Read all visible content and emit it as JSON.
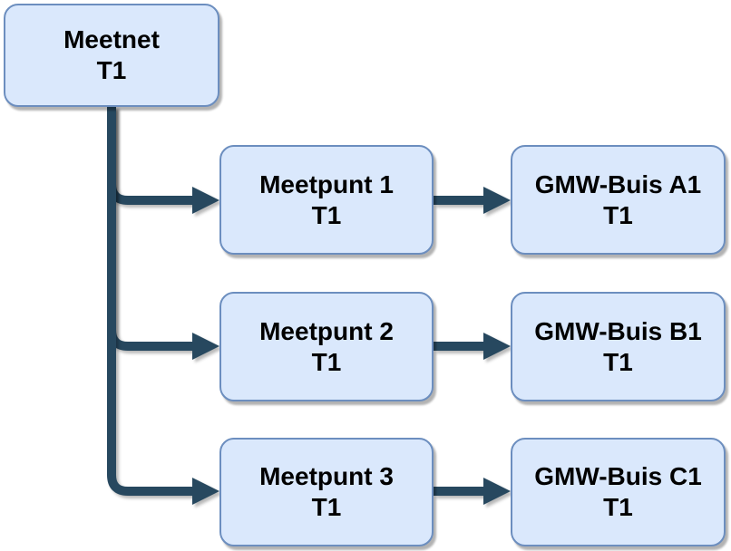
{
  "diagram": {
    "background_color": "#ffffff",
    "node_fill_color": "#dae8fc",
    "node_border_color": "#6c8ebf",
    "edge_color": "#27485f",
    "text_color": "#000000",
    "nodes": {
      "meetnet": {
        "name": "Meetnet",
        "version": "T1"
      },
      "meetpunt1": {
        "name": "Meetpunt 1",
        "version": "T1"
      },
      "meetpunt2": {
        "name": "Meetpunt 2",
        "version": "T1"
      },
      "meetpunt3": {
        "name": "Meetpunt 3",
        "version": "T1"
      },
      "gmw_a1": {
        "name": "GMW-Buis A1",
        "version": "T1"
      },
      "gmw_b1": {
        "name": "GMW-Buis B1",
        "version": "T1"
      },
      "gmw_c1": {
        "name": "GMW-Buis C1",
        "version": "T1"
      }
    },
    "edges": [
      {
        "from": "Meetnet T1",
        "to": "Meetpunt 1 T1"
      },
      {
        "from": "Meetnet T1",
        "to": "Meetpunt 2 T1"
      },
      {
        "from": "Meetnet T1",
        "to": "Meetpunt 3 T1"
      },
      {
        "from": "Meetpunt 1 T1",
        "to": "GMW-Buis A1 T1"
      },
      {
        "from": "Meetpunt 2 T1",
        "to": "GMW-Buis B1 T1"
      },
      {
        "from": "Meetpunt 3 T1",
        "to": "GMW-Buis C1 T1"
      }
    ]
  }
}
